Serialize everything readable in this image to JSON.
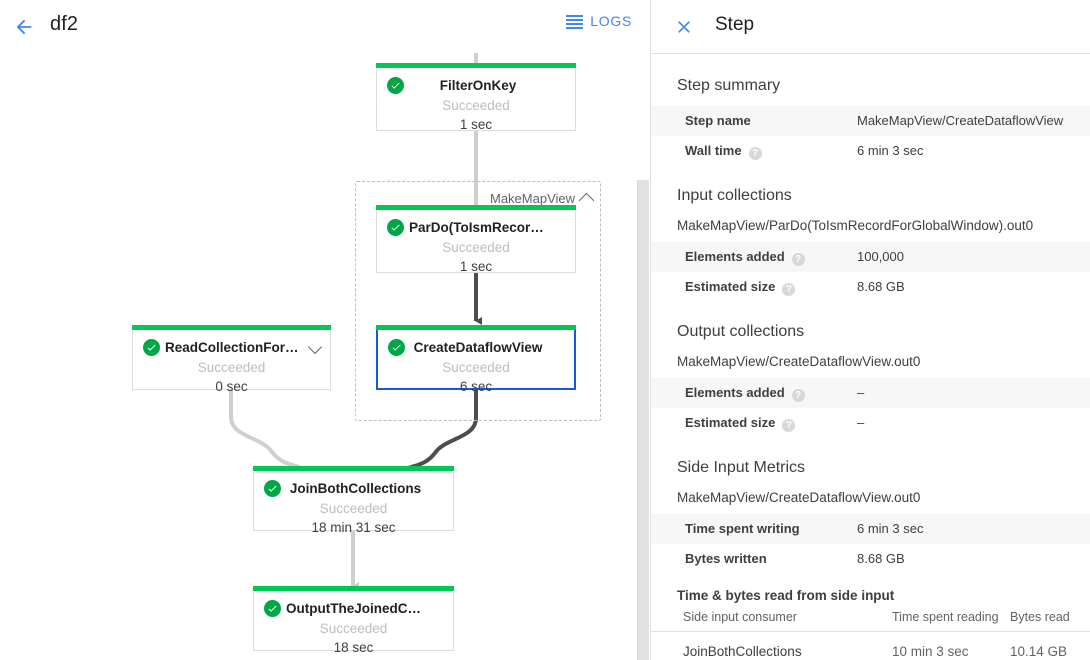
{
  "topbar": {
    "back_icon": "arrow-left-icon",
    "title": "df2",
    "logs_label": "LOGS",
    "logs_icon": "list-icon",
    "accent_color": "#4285f4"
  },
  "graph": {
    "group": {
      "label": "MakeMapView",
      "collapse_icon": "chevron-up-icon"
    },
    "status_color": "#00c853",
    "selected_color": "#1a56db",
    "nodes": [
      {
        "id": "filter-on-key",
        "title": "FilterOnKey",
        "status": "Succeeded",
        "duration": "1 sec",
        "selected": false,
        "expandable": false
      },
      {
        "id": "pardo-toismrecord",
        "title": "ParDo(ToIsmRecordFor…",
        "status": "Succeeded",
        "duration": "1 sec",
        "selected": false,
        "expandable": false
      },
      {
        "id": "create-dataflow-view",
        "title": "CreateDataflowView",
        "status": "Succeeded",
        "duration": "6 sec",
        "selected": true,
        "expandable": false
      },
      {
        "id": "read-collection-for-join",
        "title": "ReadCollectionForJoin",
        "status": "Succeeded",
        "duration": "0 sec",
        "selected": false,
        "expandable": true
      },
      {
        "id": "join-both-collections",
        "title": "JoinBothCollections",
        "status": "Succeeded",
        "duration": "18 min 31 sec",
        "selected": false,
        "expandable": false
      },
      {
        "id": "output-the-joined-collection",
        "title": "OutputTheJoinedCollec…",
        "status": "Succeeded",
        "duration": "18 sec",
        "selected": false,
        "expandable": false
      }
    ]
  },
  "panel": {
    "close_icon": "close-icon",
    "title": "Step",
    "step_summary": {
      "heading": "Step summary",
      "rows": [
        {
          "key": "Step name",
          "help": false,
          "value": "MakeMapView/CreateDataflowView"
        },
        {
          "key": "Wall time",
          "help": true,
          "value": "6 min 3 sec"
        }
      ]
    },
    "input_collections": {
      "heading": "Input collections",
      "collection": "MakeMapView/ParDo(ToIsmRecordForGlobalWindow).out0",
      "rows": [
        {
          "key": "Elements added",
          "help": true,
          "value": "100,000"
        },
        {
          "key": "Estimated size",
          "help": true,
          "value": "8.68 GB"
        }
      ]
    },
    "output_collections": {
      "heading": "Output collections",
      "collection": "MakeMapView/CreateDataflowView.out0",
      "rows": [
        {
          "key": "Elements added",
          "help": true,
          "value": "–"
        },
        {
          "key": "Estimated size",
          "help": true,
          "value": "–"
        }
      ]
    },
    "side_input_metrics": {
      "heading": "Side Input Metrics",
      "collection": "MakeMapView/CreateDataflowView.out0",
      "rows": [
        {
          "key": "Time spent writing",
          "help": false,
          "value": "6 min 3 sec"
        },
        {
          "key": "Bytes written",
          "help": false,
          "value": "8.68 GB"
        }
      ],
      "table_title": "Time & bytes read from side input",
      "columns": [
        "Side input consumer",
        "Time spent reading",
        "Bytes read"
      ],
      "rows_table": [
        {
          "consumer": "JoinBothCollections",
          "time": "10 min 3 sec",
          "bytes": "10.14 GB"
        }
      ]
    }
  }
}
